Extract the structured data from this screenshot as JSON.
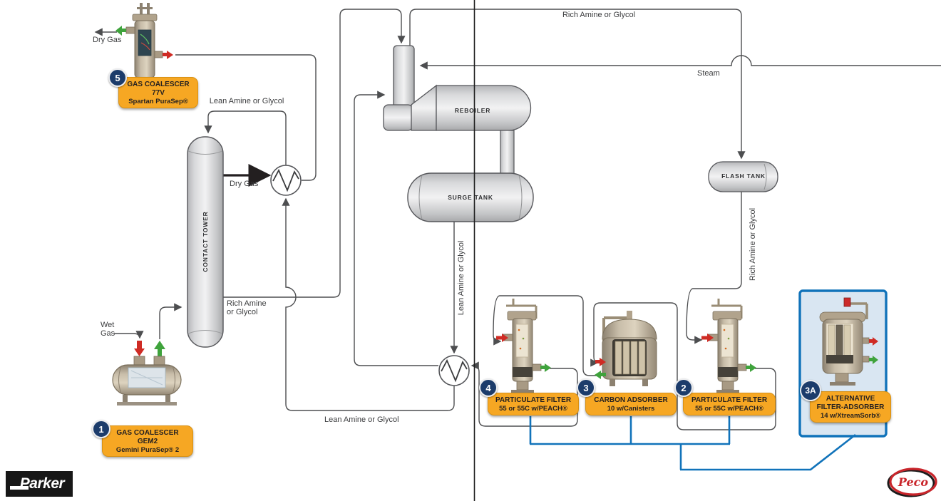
{
  "flow_labels": {
    "dry_gas_top": "Dry Gas",
    "lean_amine_top": "Lean Amine or Glycol",
    "dry_gas_mid": "Dry Gas",
    "rich_amine_tower_line1": "Rich Amine",
    "rich_amine_tower_line2": "or Glycol",
    "wet_gas_line1": "Wet",
    "wet_gas_line2": "Gas",
    "rich_amine_top": "Rich Amine or Glycol",
    "steam": "Steam",
    "lean_amine_vertical": "Lean Amine or Glycol",
    "rich_amine_vertical": "Rich Amine or Glycol",
    "lean_amine_bottom": "Lean Amine or Glycol"
  },
  "equipment": {
    "contact_tower": "CONTACT TOWER",
    "reboiler": "REBOILER",
    "surge_tank": "SURGE TANK",
    "flash_tank": "FLASH TANK"
  },
  "callouts": {
    "c1": {
      "number": "1",
      "line1": "GAS COALESCER",
      "line2": "GEM2",
      "sub": "Gemini PuraSep® 2"
    },
    "c2": {
      "number": "2",
      "line1": "PARTICULATE FILTER",
      "sub": "55 or 55C w/PEACH®"
    },
    "c3": {
      "number": "3",
      "line1": "CARBON ADSORBER",
      "sub": "10 w/Canisters"
    },
    "c3a": {
      "number": "3A",
      "line1": "ALTERNATIVE",
      "line2": "FILTER-ADSORBER",
      "sub": "14 w/XtreamSorb®"
    },
    "c4": {
      "number": "4",
      "line1": "PARTICULATE FILTER",
      "sub": "55 or 55C w/PEACH®"
    },
    "c5": {
      "number": "5",
      "line1": "GAS COALESCER",
      "line2": "77V",
      "sub": "Spartan PuraSep®"
    }
  },
  "logos": {
    "parker": "Parker",
    "peco": "Peco"
  },
  "colors": {
    "accent_orange": "#F6A723",
    "badge_navy": "#1C3C6B",
    "highlight_blue": "#1173BA",
    "highlight_fill": "#D9E6F2",
    "line_gray": "#4D4E50",
    "peco_red": "#C9252B"
  }
}
